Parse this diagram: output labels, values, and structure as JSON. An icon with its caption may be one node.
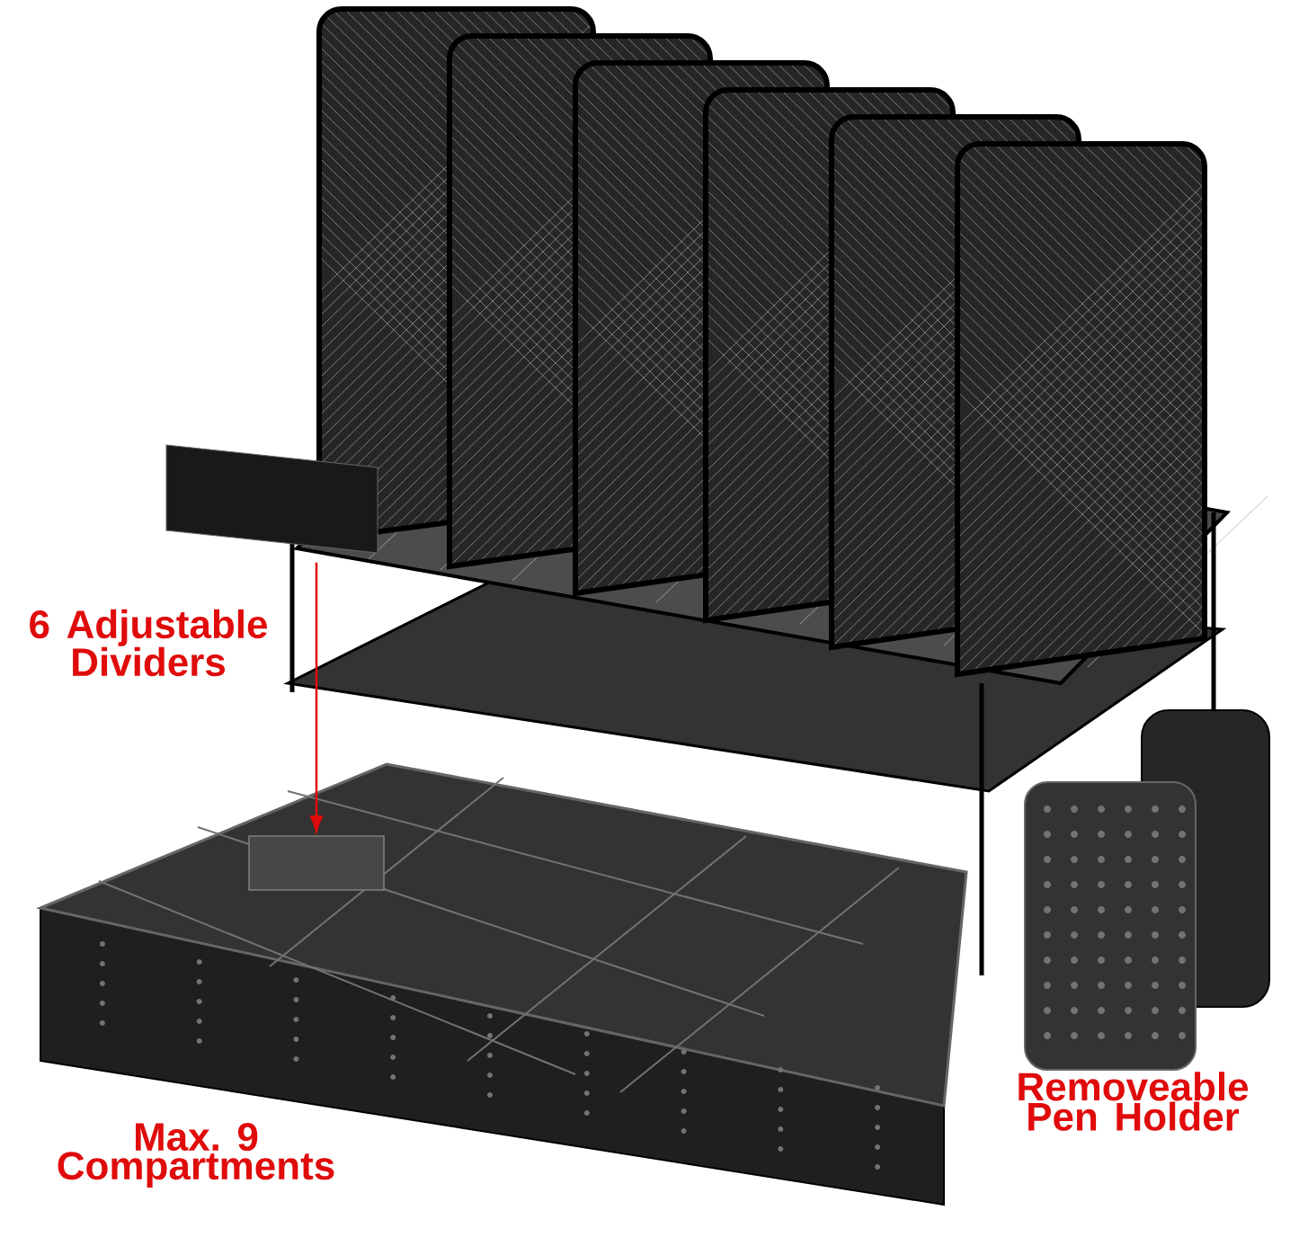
{
  "diagram": {
    "nodes": [
      {
        "text": [
          "6 Adjustable Dividers"
        ]
      },
      {
        "text": [],
        "shape": "box"
      }
    ],
    "edges": [
      {
        "from": 0,
        "to": 1,
        "arrow": "to"
      }
    ],
    "labels": [
      "Max. 9 Compartments",
      "Removeable Pen Holder"
    ]
  }
}
